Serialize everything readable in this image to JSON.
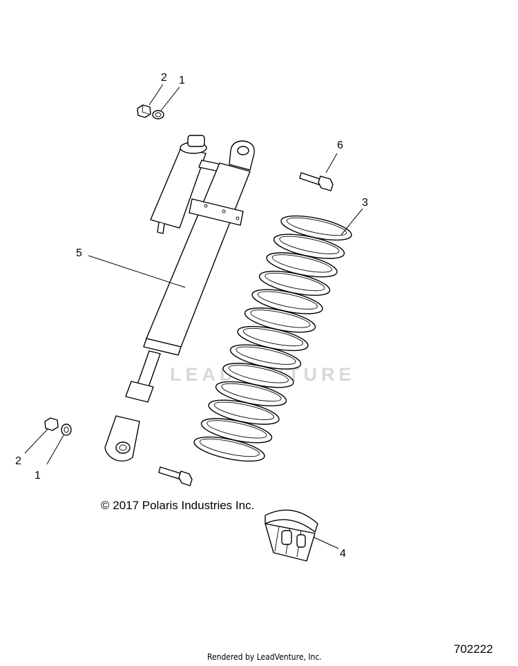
{
  "watermark": "LEADVENTURE",
  "copyright": "© 2017 Polaris Industries Inc.",
  "rendered_by": "Rendered by LeadVenture, Inc.",
  "diagram_id": "702222",
  "callouts": [
    {
      "label": "2"
    },
    {
      "label": "1"
    },
    {
      "label": "6"
    },
    {
      "label": "3"
    },
    {
      "label": "5"
    },
    {
      "label": "2"
    },
    {
      "label": "1"
    },
    {
      "label": "4"
    }
  ]
}
